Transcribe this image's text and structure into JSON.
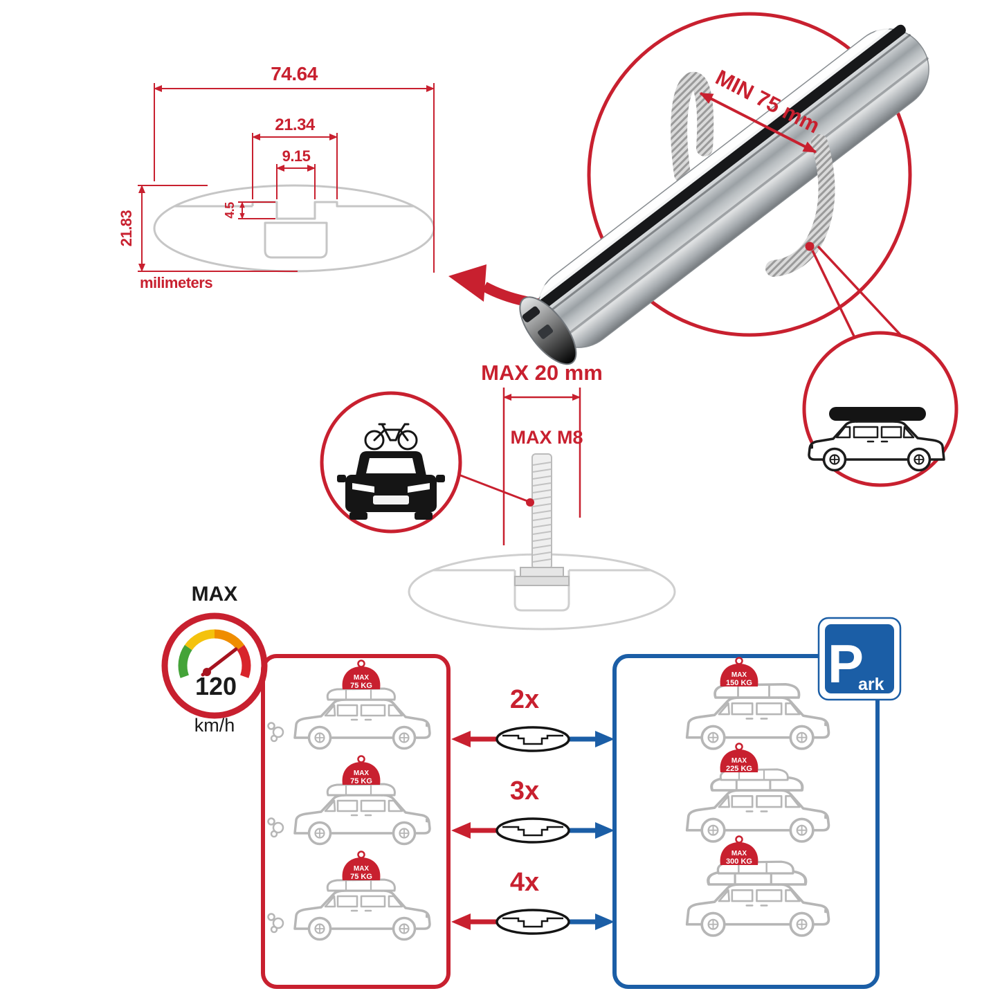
{
  "cross_section": {
    "dim_total_width": "74.64",
    "dim_boss_width": "21.34",
    "dim_slot_width": "9.15",
    "dim_slot_depth": "4.5",
    "dim_height": "21.83",
    "units_label": "milimeters"
  },
  "bar_detail": {
    "min_grip_label": "MIN 75 mm"
  },
  "bolt_detail": {
    "max_width_label": "MAX 20 mm",
    "max_thread_label": "MAX M8"
  },
  "speed_limit": {
    "label": "MAX",
    "value": "120",
    "unit": "km/h"
  },
  "comparison": {
    "rows": [
      {
        "count": "2x",
        "left_tag": {
          "line1": "MAX",
          "line2": "75 KG"
        },
        "right_tag": {
          "line1": "MAX",
          "line2": "150 KG"
        }
      },
      {
        "count": "3x",
        "left_tag": {
          "line1": "MAX",
          "line2": "75 KG"
        },
        "right_tag": {
          "line1": "MAX",
          "line2": "225 KG"
        }
      },
      {
        "count": "4x",
        "left_tag": {
          "line1": "MAX",
          "line2": "75 KG"
        },
        "right_tag": {
          "line1": "MAX",
          "line2": "300 KG"
        }
      }
    ]
  },
  "park_sign": {
    "letter": "P",
    "suffix": "ark"
  },
  "colors": {
    "accent_red": "#c8202f",
    "accent_blue": "#1b5ea6"
  }
}
